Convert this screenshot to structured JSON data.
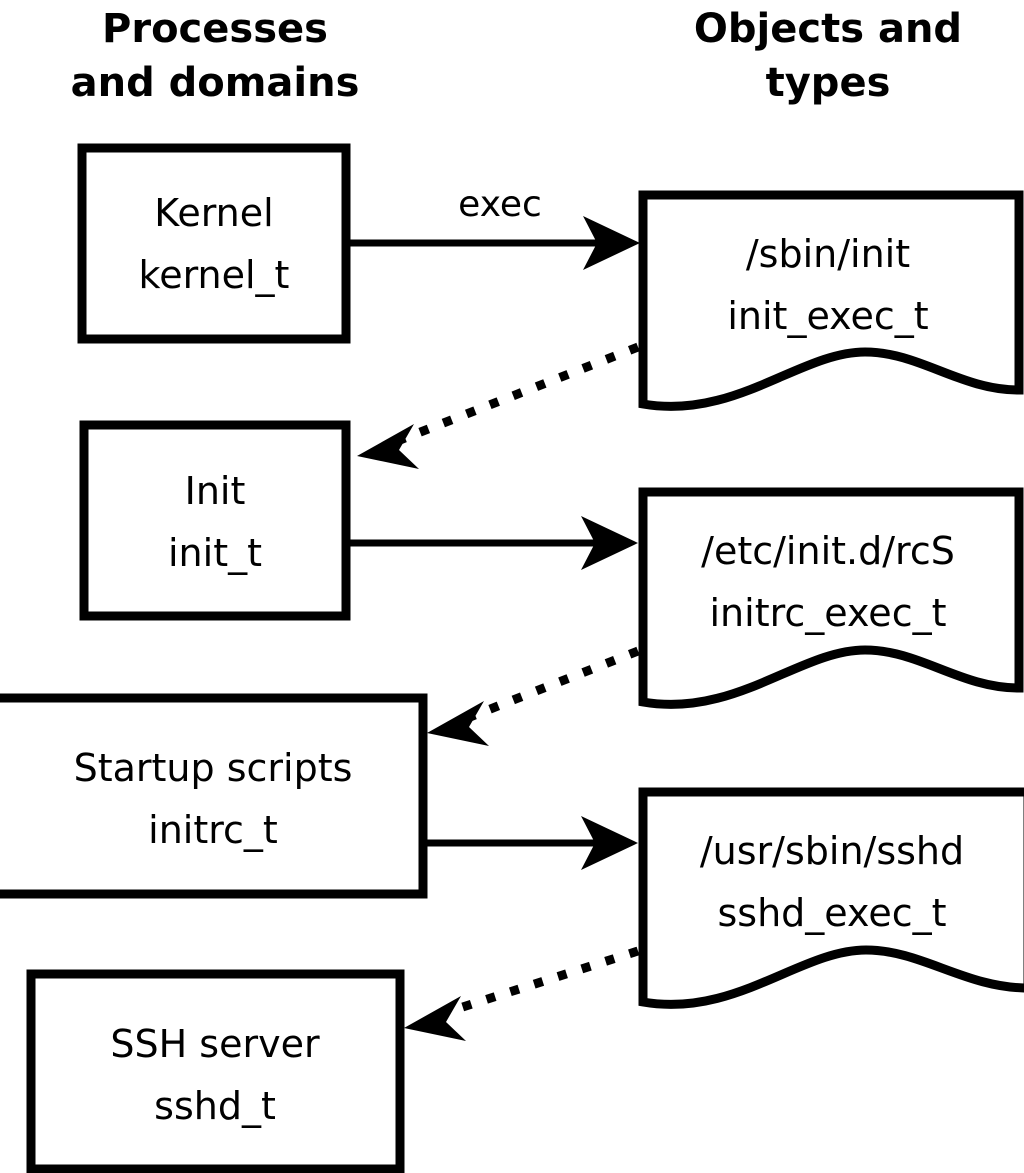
{
  "diagram": {
    "title_left": "Processes\nand domains",
    "columns": {
      "left": {
        "line1": "Processes",
        "line2": "and domains"
      },
      "right": {
        "line1": "Objects and",
        "line2": "types"
      }
    },
    "processes": [
      {
        "id": "kernel",
        "name": "Kernel",
        "type": "kernel_t"
      },
      {
        "id": "init",
        "name": "Init",
        "type": "init_t"
      },
      {
        "id": "initrc",
        "name": "Startup scripts",
        "type": "initrc_t"
      },
      {
        "id": "sshd",
        "name": "SSH server",
        "type": "sshd_t"
      }
    ],
    "objects": [
      {
        "id": "init_exec",
        "path": "/sbin/init",
        "type": "init_exec_t"
      },
      {
        "id": "initrc_exec",
        "path": "/etc/init.d/rcS",
        "type": "initrc_exec_t"
      },
      {
        "id": "sshd_exec",
        "path": "/usr/sbin/sshd",
        "type": "sshd_exec_t"
      }
    ],
    "edges": [
      {
        "id": "kernel-exec-init_exec",
        "from": "kernel",
        "to": "init_exec",
        "label": "exec",
        "style": "solid"
      },
      {
        "id": "init_exec-transition-init",
        "from": "init_exec",
        "to": "init",
        "label": "",
        "style": "dotted"
      },
      {
        "id": "init-exec-initrc_exec",
        "from": "init",
        "to": "initrc_exec",
        "label": "",
        "style": "solid"
      },
      {
        "id": "initrc_exec-transition-initrc",
        "from": "initrc_exec",
        "to": "initrc",
        "label": "",
        "style": "dotted"
      },
      {
        "id": "initrc-exec-sshd_exec",
        "from": "initrc",
        "to": "sshd_exec",
        "label": "",
        "style": "solid"
      },
      {
        "id": "sshd_exec-transition-sshd",
        "from": "sshd_exec",
        "to": "sshd",
        "label": "",
        "style": "dotted"
      }
    ],
    "colors": {
      "stroke": "#000000",
      "background": "#ffffff",
      "text": "#000000"
    }
  }
}
